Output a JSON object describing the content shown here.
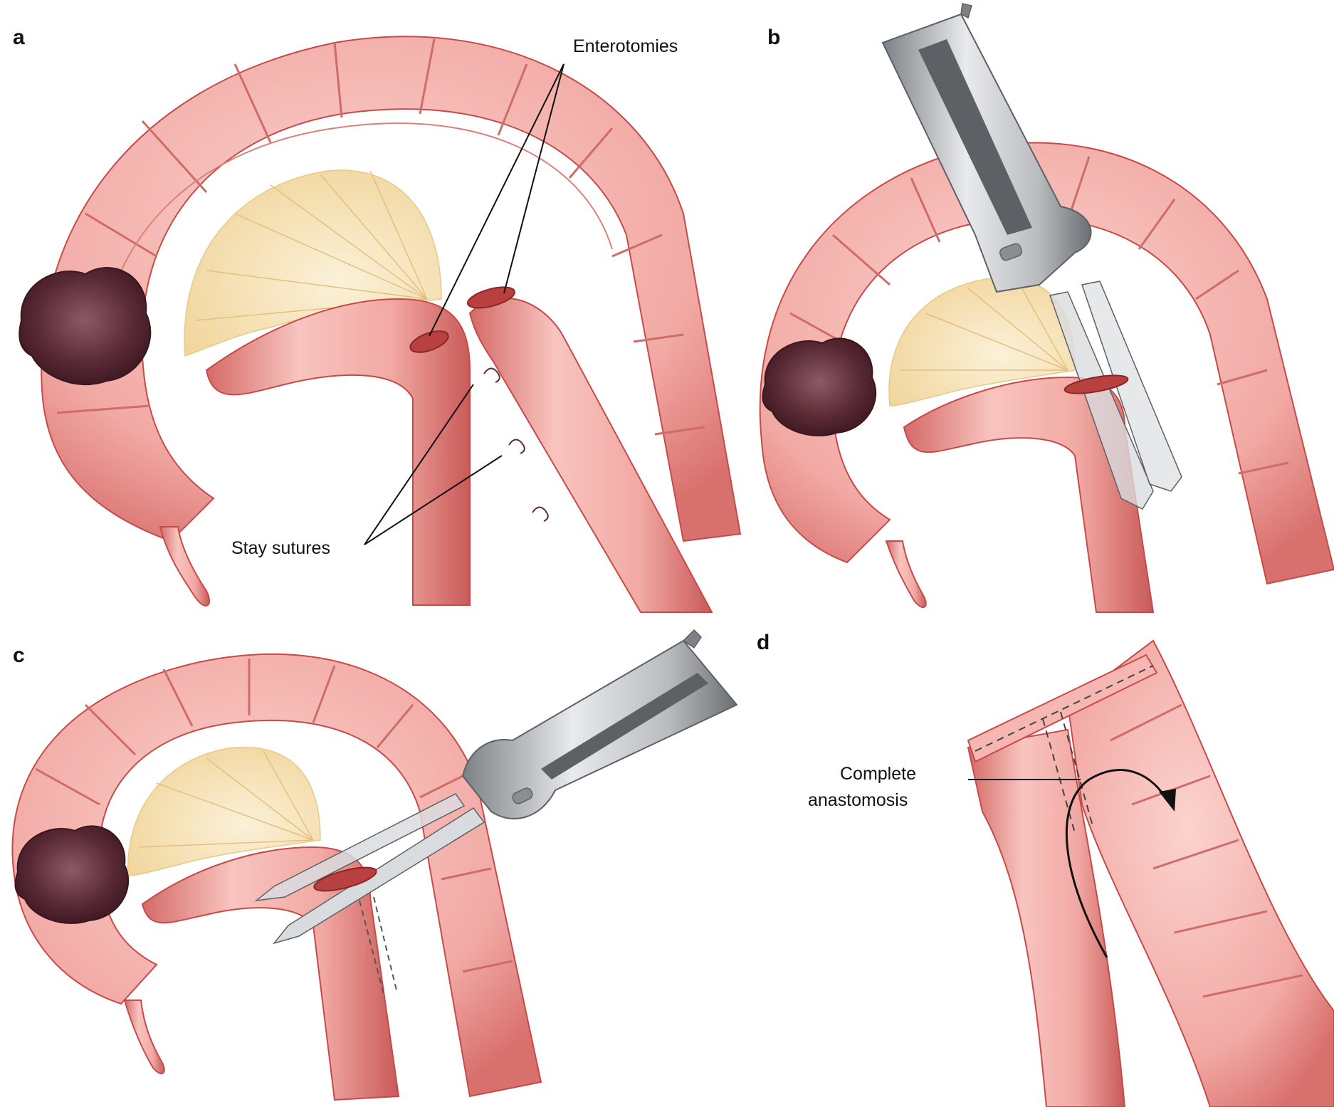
{
  "panels": {
    "a": {
      "letter": "a",
      "labels": {
        "enterotomies": "Enterotomies",
        "stay_sutures": "Stay sutures"
      }
    },
    "b": {
      "letter": "b"
    },
    "c": {
      "letter": "c"
    },
    "d": {
      "letter": "d",
      "labels": {
        "anastomosis_line1": "Complete",
        "anastomosis_line2": "anastomosis"
      }
    }
  },
  "colors": {
    "bowel": "#f2a9a4",
    "bowel_dark": "#c74a4a",
    "mesentery": "#f6e0b2",
    "tumor": "#5a2a35",
    "stapler": "#b9bcbf",
    "stapler_dark": "#5d6064"
  }
}
